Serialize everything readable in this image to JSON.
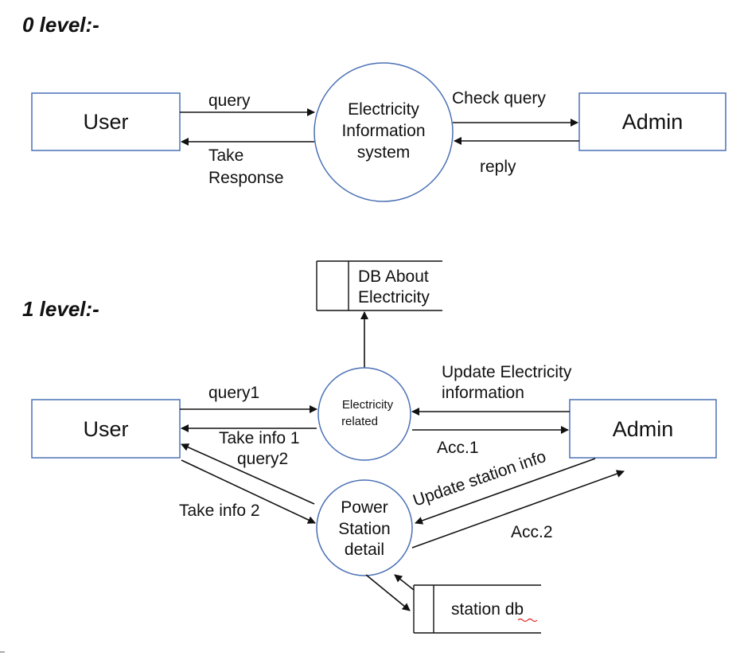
{
  "level0": {
    "heading": "0 level:-",
    "user": "User",
    "admin": "Admin",
    "process": [
      "Electricity",
      "Information",
      "system"
    ],
    "query": "query",
    "take_response": [
      "Take",
      "Response"
    ],
    "check_query": "Check query",
    "reply": "reply"
  },
  "level1": {
    "heading": "1 level:-",
    "user": "User",
    "admin": "Admin",
    "electricity_process": [
      "Electricity",
      "related"
    ],
    "power_process": [
      "Power",
      "Station",
      "detail"
    ],
    "db_store": [
      "DB About",
      "Electricity"
    ],
    "station_store": "station db",
    "query1": "query1",
    "take_info_1": "Take info 1",
    "query2": "query2",
    "take_info_2": "Take info 2",
    "update_electricity": [
      "Update Electricity",
      "information"
    ],
    "acc1": "Acc.1",
    "update_station": "Update station info",
    "acc2": "Acc.2"
  },
  "colors": {
    "shape_stroke": "#4a70b5",
    "line": "#111111"
  }
}
